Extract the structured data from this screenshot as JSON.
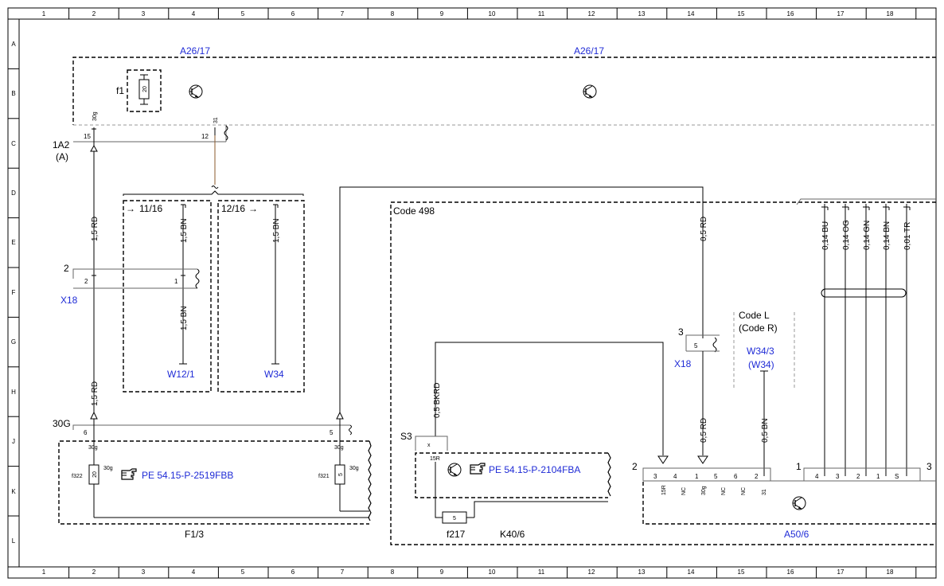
{
  "ruler_columns": [
    "1",
    "2",
    "3",
    "4",
    "5",
    "6",
    "7",
    "8",
    "9",
    "10",
    "11",
    "12",
    "13",
    "14",
    "15",
    "16",
    "17",
    "18"
  ],
  "ruler_rows": [
    "A",
    "B",
    "C",
    "D",
    "E",
    "F",
    "G",
    "H",
    "J",
    "K",
    "L"
  ],
  "labels": {
    "a26_17_left": "A26/17",
    "a26_17_right": "A26/17",
    "f1": "f1",
    "f1_rating": "20",
    "pin_30g_top": "30g",
    "pin_31_top": "31",
    "pin_15": "15",
    "pin_12": "12",
    "c_1a2": "1A2",
    "c_1a2_a": "(A)",
    "ref_11_16": "11/16",
    "ref_12_16": "12/16",
    "code_498": "Code 498",
    "x18_left": "X18",
    "x18_pin_2_outer": "2",
    "x18_pin_2": "2",
    "x18_pin_1": "1",
    "w12_1": "W12/1",
    "w34": "W34",
    "code_l": "Code L",
    "code_r": "(Code R)",
    "w34_3": "W34/3",
    "w34_paren": "(W34)",
    "x18_right": "X18",
    "x18_right_pin_3": "3",
    "x18_right_pin_5": "5",
    "s3": "S3",
    "s3_x": "x",
    "s3_15r": "15R",
    "g30": "30G",
    "g30_pin_6": "6",
    "g30_pin_5": "5",
    "f322": "f322",
    "f322_rating": "20",
    "f321": "f321",
    "f321_rating": "5",
    "f1_3": "F1/3",
    "f217": "f217",
    "f217_rating": "5",
    "k40_6": "K40/6",
    "pe_ref_left": "PE 54.15-P-2519FBB",
    "pe_ref_right": "PE 54.15-P-2104FBA",
    "a50_6": "A50/6",
    "a50_side_2": "2",
    "a50_side_1": "1",
    "a50_side_3": "3"
  },
  "wires": {
    "w_15rd_a": "1,5 RD",
    "w_15rd_b": "1,5 RD",
    "w_15bn_a": "1,5 BN",
    "w_15bn_b": "1,5 BN",
    "w_15bn_c": "1,5 BN",
    "w_05rd_a": "0,5 RD",
    "w_05rd_b": "0,5 RD",
    "w_05bkrd": "0,5 BKRD",
    "w_05bn": "0,5 BN",
    "w_014bu": "0,14 BU",
    "w_014og": "0,14 OG",
    "w_014gn": "0,14 GN",
    "w_014bn": "0,14 BN",
    "w_001tr": "0,01 TR"
  },
  "pins": {
    "f_30g_a": "30g",
    "f_30g_b": "30g",
    "f_30g_c": "30g",
    "f_30g_d": "30g",
    "k_15r": "15R",
    "k40_5": "5",
    "a50_top": [
      "3",
      "4",
      "1",
      "5",
      "6",
      "2"
    ],
    "a50_bottom": [
      "15R",
      "NC",
      "30g",
      "NC",
      "NC",
      "31"
    ],
    "a50_right_top": [
      "4",
      "3",
      "2",
      "1",
      "S"
    ]
  },
  "colors": {
    "ink": "#000000",
    "reference_blue": "#1f2bd6",
    "wire_brown": "#8b5a2b"
  },
  "icons": [
    "transistor-icon",
    "hand-pointer-icon",
    "fuse-icon",
    "arrow-right-icon"
  ]
}
